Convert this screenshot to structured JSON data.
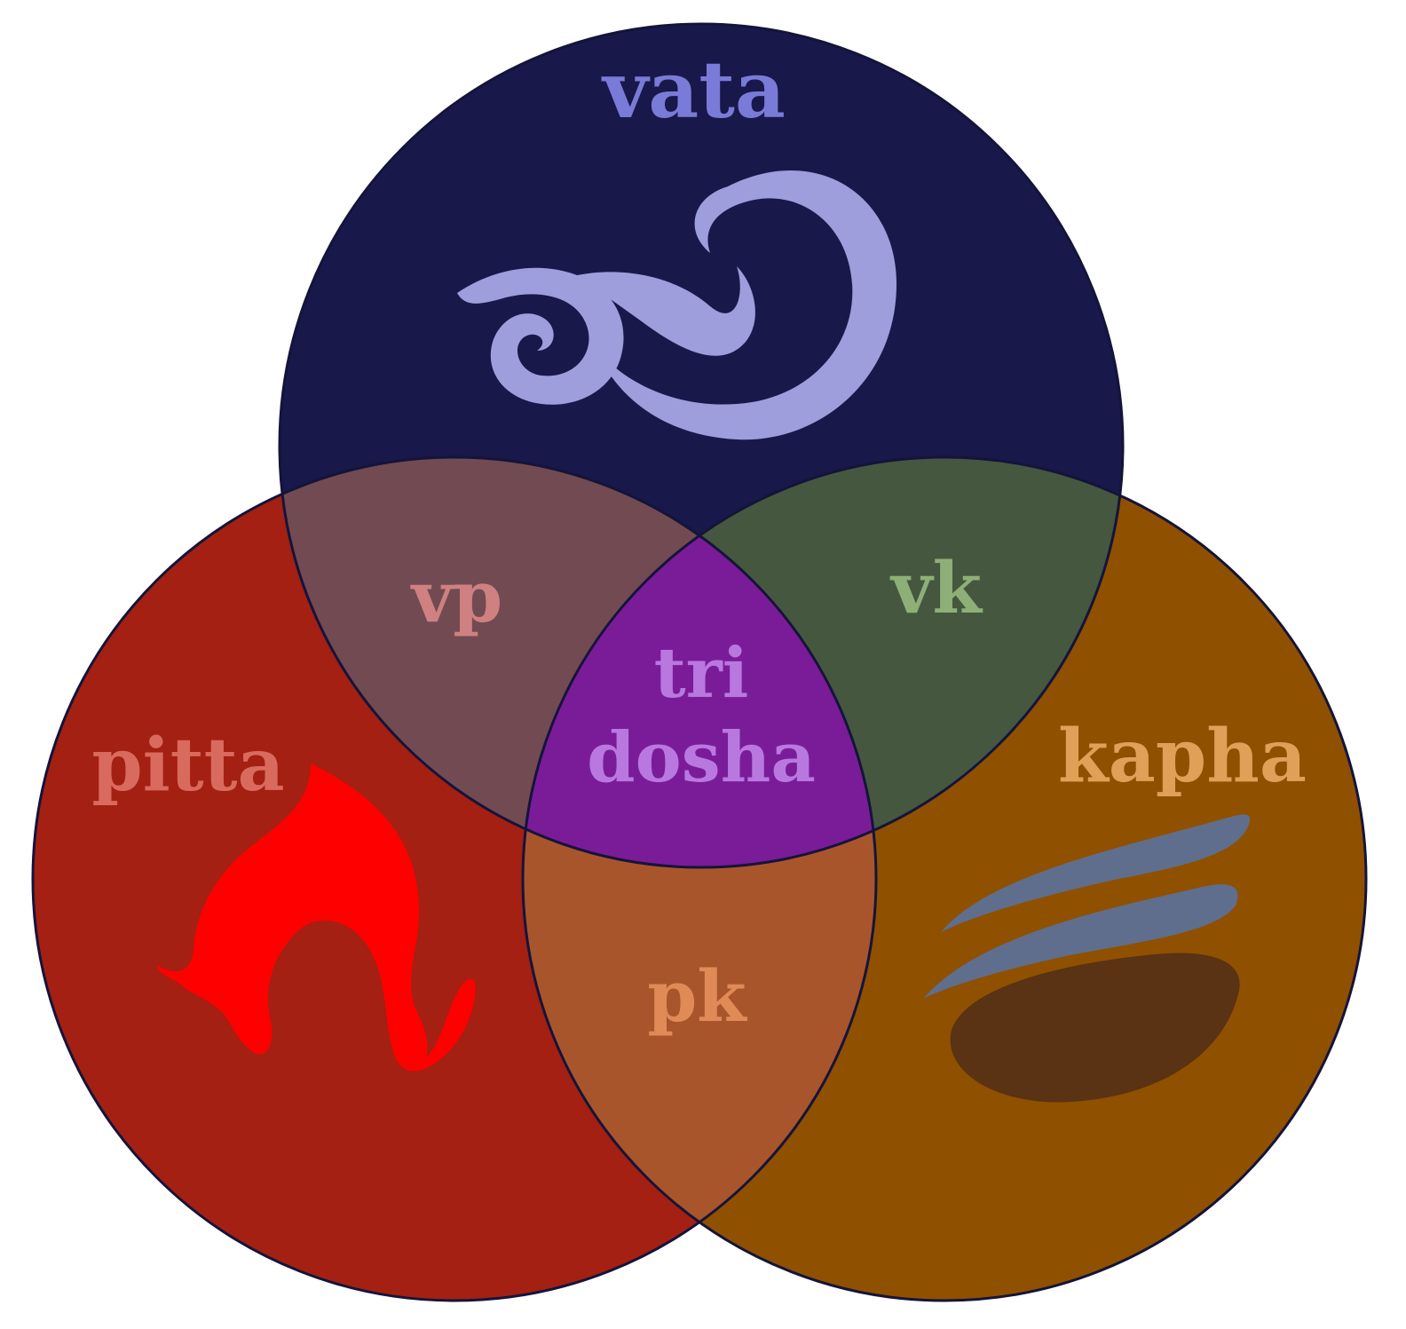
{
  "diagram": {
    "sets": [
      {
        "id": "vata",
        "label": "vata",
        "color": "#18184a",
        "label_color": "#7a7ad8",
        "symbol": "wind-swirl-icon"
      },
      {
        "id": "pitta",
        "label": "pitta",
        "color": "#a32012",
        "label_color": "#d96a5e",
        "symbol": "flame-icon"
      },
      {
        "id": "kapha",
        "label": "kapha",
        "color": "#8f5000",
        "label_color": "#e0a058",
        "symbol": "water-earth-icon"
      }
    ],
    "intersections": [
      {
        "id": "vp",
        "label": "vp",
        "sets": [
          "vata",
          "pitta"
        ],
        "color": "#724a52",
        "label_color": "#cf8080"
      },
      {
        "id": "vk",
        "label": "vk",
        "sets": [
          "vata",
          "kapha"
        ],
        "color": "#45573f",
        "label_color": "#8faf78"
      },
      {
        "id": "pk",
        "label": "pk",
        "sets": [
          "pitta",
          "kapha"
        ],
        "color": "#a9552b",
        "label_color": "#e08a58"
      },
      {
        "id": "tri-dosha",
        "label_line1": "tri",
        "label_line2": "dosha",
        "sets": [
          "vata",
          "pitta",
          "kapha"
        ],
        "color": "#7a1c98",
        "label_color": "#b878e0"
      }
    ],
    "symbols": {
      "wind_color": "#9e9edc",
      "flame_color": "#ff0000",
      "water_color": "#5f6e8c",
      "earth_color": "#5a3214"
    },
    "outline_color": "#14143a"
  }
}
